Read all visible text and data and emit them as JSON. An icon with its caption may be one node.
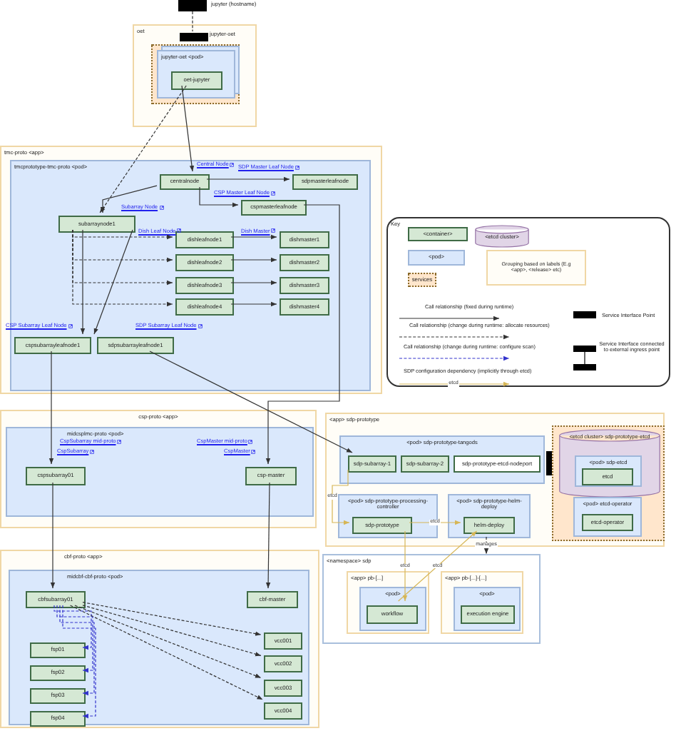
{
  "diagram": {
    "nodes": [
      {
        "text": [],
        "shape": "bar",
        "beside": [
          "jupyter (hostname)"
        ]
      },
      {
        "text": [
          "oet"
        ]
      },
      {
        "text": [],
        "shape": "bar",
        "in": 1,
        "beside": [
          "jupyter-oet"
        ]
      },
      {
        "text": [],
        "shape": "box",
        "in": 1
      },
      {
        "text": [
          "jupyter-oet <pod>"
        ],
        "in": 3
      },
      {
        "text": [
          "oet-jupyter"
        ],
        "in": 4
      },
      {
        "text": [
          "tmc-proto <app>"
        ]
      },
      {
        "text": [
          "tmcprototype-tmc-proto <pod>"
        ],
        "in": 6
      },
      {
        "text": [
          "centralnode"
        ],
        "in": 7,
        "beside": [
          "Central Node"
        ]
      },
      {
        "text": [
          "sdpmasterleafnode"
        ],
        "in": 7,
        "beside": [
          "SDP Master Leaf Node"
        ]
      },
      {
        "text": [
          "cspmasterleafnode"
        ],
        "in": 7,
        "beside": [
          "CSP Master Leaf Node"
        ]
      },
      {
        "text": [
          "subarraynode1"
        ],
        "in": 7,
        "beside": [
          "Subarray Node"
        ]
      },
      {
        "text": [
          "dishleafnode1"
        ],
        "in": 7,
        "beside": [
          "Dish Leaf Node"
        ]
      },
      {
        "text": [
          "dishmaster1"
        ],
        "in": 7,
        "beside": [
          "Dish Master"
        ]
      },
      {
        "text": [
          "dishleafnode2"
        ],
        "in": 7
      },
      {
        "text": [
          "dishmaster2"
        ],
        "in": 7
      },
      {
        "text": [
          "dishleafnode3"
        ],
        "in": 7
      },
      {
        "text": [
          "dishmaster3"
        ],
        "in": 7
      },
      {
        "text": [
          "dishleafnode4"
        ],
        "in": 7
      },
      {
        "text": [
          "dishmaster4"
        ],
        "in": 7
      },
      {
        "text": [
          "cspsubarrayleafnode1"
        ],
        "in": 7,
        "beside": [
          "CSP Subarray Leaf Node"
        ]
      },
      {
        "text": [
          "sdpsubarrayleafnode1"
        ],
        "in": 7,
        "beside": [
          "SDP Subarray Leaf Node"
        ]
      },
      {
        "text": [
          "csp-proto <app>"
        ]
      },
      {
        "text": [
          "midcsplmc-proto <pod>"
        ],
        "in": 22
      },
      {
        "text": [
          "cspsubarray01"
        ],
        "in": 23,
        "beside": [
          "CspSubarray mid-proto",
          "CspSubarray"
        ]
      },
      {
        "text": [
          "csp-master"
        ],
        "in": 23,
        "beside": [
          "CspMaster mid-proto",
          "CspMaster"
        ]
      },
      {
        "text": [
          "cbf-proto <app>"
        ]
      },
      {
        "text": [
          "midcbf-cbf-proto <pod>"
        ],
        "in": 26
      },
      {
        "text": [
          "cbfsubarray01"
        ],
        "in": 27
      },
      {
        "text": [
          "cbf-master"
        ],
        "in": 27
      },
      {
        "text": [
          "fsp01"
        ],
        "in": 27
      },
      {
        "text": [
          "fsp02"
        ],
        "in": 27
      },
      {
        "text": [
          "fsp03"
        ],
        "in": 27
      },
      {
        "text": [
          "fsp04"
        ],
        "in": 27
      },
      {
        "text": [
          "vcc001"
        ],
        "in": 27
      },
      {
        "text": [
          "vcc002"
        ],
        "in": 27
      },
      {
        "text": [
          "vcc003"
        ],
        "in": 27
      },
      {
        "text": [
          "vcc004"
        ],
        "in": 27
      },
      {
        "text": [
          "Key"
        ]
      },
      {
        "text": [
          "<container>"
        ],
        "in": 38
      },
      {
        "text": [
          "<etcd cluster>"
        ],
        "in": 38
      },
      {
        "text": [
          "<pod>"
        ],
        "in": 38
      },
      {
        "text": [
          "services"
        ],
        "in": 38
      },
      {
        "text": [
          "Grouping based on labels (E.g <app>, <release> etc)"
        ],
        "in": 38
      },
      {
        "text": [
          "<app> sdp-prototype"
        ]
      },
      {
        "text": [
          "<pod> sdp-prototype-tangods"
        ],
        "in": 44
      },
      {
        "text": [
          "sdp-subarray-1"
        ],
        "in": 45
      },
      {
        "text": [
          "sdp-subarray-2"
        ],
        "in": 45
      },
      {
        "text": [
          "sdp-prototype-etcd-nodeport"
        ],
        "in": 45
      },
      {
        "text": [],
        "shape": "bar",
        "in": 44
      },
      {
        "text": [],
        "shape": "box",
        "in": 44
      },
      {
        "text": [
          "<etcd cluster> sdp-prototype-etcd"
        ],
        "in": 50
      },
      {
        "text": [
          "<pod> sdp-etcd"
        ],
        "in": 51
      },
      {
        "text": [
          "etcd"
        ],
        "in": 52
      },
      {
        "text": [
          "<pod> etcd-operator"
        ],
        "in": 50
      },
      {
        "text": [
          "etcd-operator"
        ],
        "in": 54
      },
      {
        "text": [
          "<pod> sdp-prototype-processing-controller"
        ],
        "in": 44
      },
      {
        "text": [
          "sdp-prototype"
        ],
        "in": 56
      },
      {
        "text": [
          "<pod> sdp-prototype-helm-deploy"
        ],
        "in": 44
      },
      {
        "text": [
          "helm-deploy"
        ],
        "in": 58
      },
      {
        "text": [
          "<namespace> sdp"
        ]
      },
      {
        "text": [
          "<app> pb-[...]"
        ],
        "in": 60
      },
      {
        "text": [
          "<pod>"
        ],
        "in": 61
      },
      {
        "text": [
          "workflow"
        ],
        "in": 62
      },
      {
        "text": [
          "<app> pb-[...]-[...]"
        ],
        "in": 60
      },
      {
        "text": [
          "<pod>"
        ],
        "in": 64
      },
      {
        "text": [
          "execution engine"
        ],
        "in": 65
      }
    ],
    "edges": [
      {
        "from": 0,
        "to": 2,
        "arrow": "none",
        "style": "dashed"
      },
      {
        "from": 5,
        "to": 8,
        "arrow": "to"
      },
      {
        "from": 5,
        "to": 11,
        "arrow": "to",
        "style": "dashed"
      },
      {
        "from": 8,
        "to": 9,
        "arrow": "to"
      },
      {
        "from": 8,
        "to": 10,
        "arrow": "to"
      },
      {
        "from": 8,
        "to": 11,
        "arrow": "to"
      },
      {
        "from": 11,
        "to": 12,
        "arrow": "to",
        "style": "dashed"
      },
      {
        "from": 11,
        "to": 14,
        "arrow": "to",
        "style": "dashed"
      },
      {
        "from": 11,
        "to": 16,
        "arrow": "to",
        "style": "dashed"
      },
      {
        "from": 11,
        "to": 18,
        "arrow": "to",
        "style": "dashed"
      },
      {
        "from": 12,
        "to": 13,
        "arrow": "to"
      },
      {
        "from": 14,
        "to": 15,
        "arrow": "to"
      },
      {
        "from": 16,
        "to": 17,
        "arrow": "to"
      },
      {
        "from": 18,
        "to": 19,
        "arrow": "to"
      },
      {
        "from": 11,
        "to": 20,
        "arrow": "to"
      },
      {
        "from": 11,
        "to": 21,
        "arrow": "to"
      },
      {
        "from": 20,
        "to": 24,
        "arrow": "to"
      },
      {
        "from": 10,
        "to": 25,
        "arrow": "to"
      },
      {
        "from": 21,
        "to": 46,
        "arrow": "to"
      },
      {
        "from": 24,
        "to": 28,
        "arrow": "to"
      },
      {
        "from": 25,
        "to": 29,
        "arrow": "to"
      },
      {
        "from": 28,
        "to": 30,
        "arrow": "to",
        "style": "dashed",
        "color": "#3333cc"
      },
      {
        "from": 28,
        "to": 31,
        "arrow": "to",
        "style": "dashed",
        "color": "#3333cc"
      },
      {
        "from": 28,
        "to": 32,
        "arrow": "to",
        "style": "dashed",
        "color": "#3333cc"
      },
      {
        "from": 28,
        "to": 33,
        "arrow": "to",
        "style": "dashed",
        "color": "#3333cc"
      },
      {
        "from": 28,
        "to": 34,
        "arrow": "to",
        "style": "dashed"
      },
      {
        "from": 28,
        "to": 35,
        "arrow": "to",
        "style": "dashed"
      },
      {
        "from": 28,
        "to": 36,
        "arrow": "to",
        "style": "dashed"
      },
      {
        "from": 28,
        "to": 37,
        "arrow": "to",
        "style": "dashed"
      },
      {
        "from": 46,
        "to": 57,
        "arrow": "to",
        "label": "etcd",
        "color": "#d6b656"
      },
      {
        "from": 57,
        "to": 59,
        "arrow": "to",
        "label": "etcd",
        "color": "#d6b656"
      },
      {
        "from": 57,
        "to": 63,
        "arrow": "to",
        "label": "etcd",
        "color": "#d6b656"
      },
      {
        "from": 63,
        "to": 59,
        "arrow": "to",
        "label": "etcd",
        "color": "#d6b656"
      },
      {
        "from": 58,
        "to": 60,
        "arrow": "to",
        "label": "manages",
        "style": "dashed"
      }
    ],
    "labels": [
      "etcd"
    ],
    "legend": [
      {
        "text": "Call relationship (fixed during runtime)"
      },
      {
        "text": "Service Interface Point"
      },
      {
        "text": "Call relationship (change during runtime: allocate resources)"
      },
      {
        "text": "Call relationship (change during runtime: configure scan)"
      },
      {
        "text": "Service Interface connected to external ingress point"
      },
      {
        "text": "SDP configuration dependency (implicitly through etcd)"
      }
    ]
  }
}
